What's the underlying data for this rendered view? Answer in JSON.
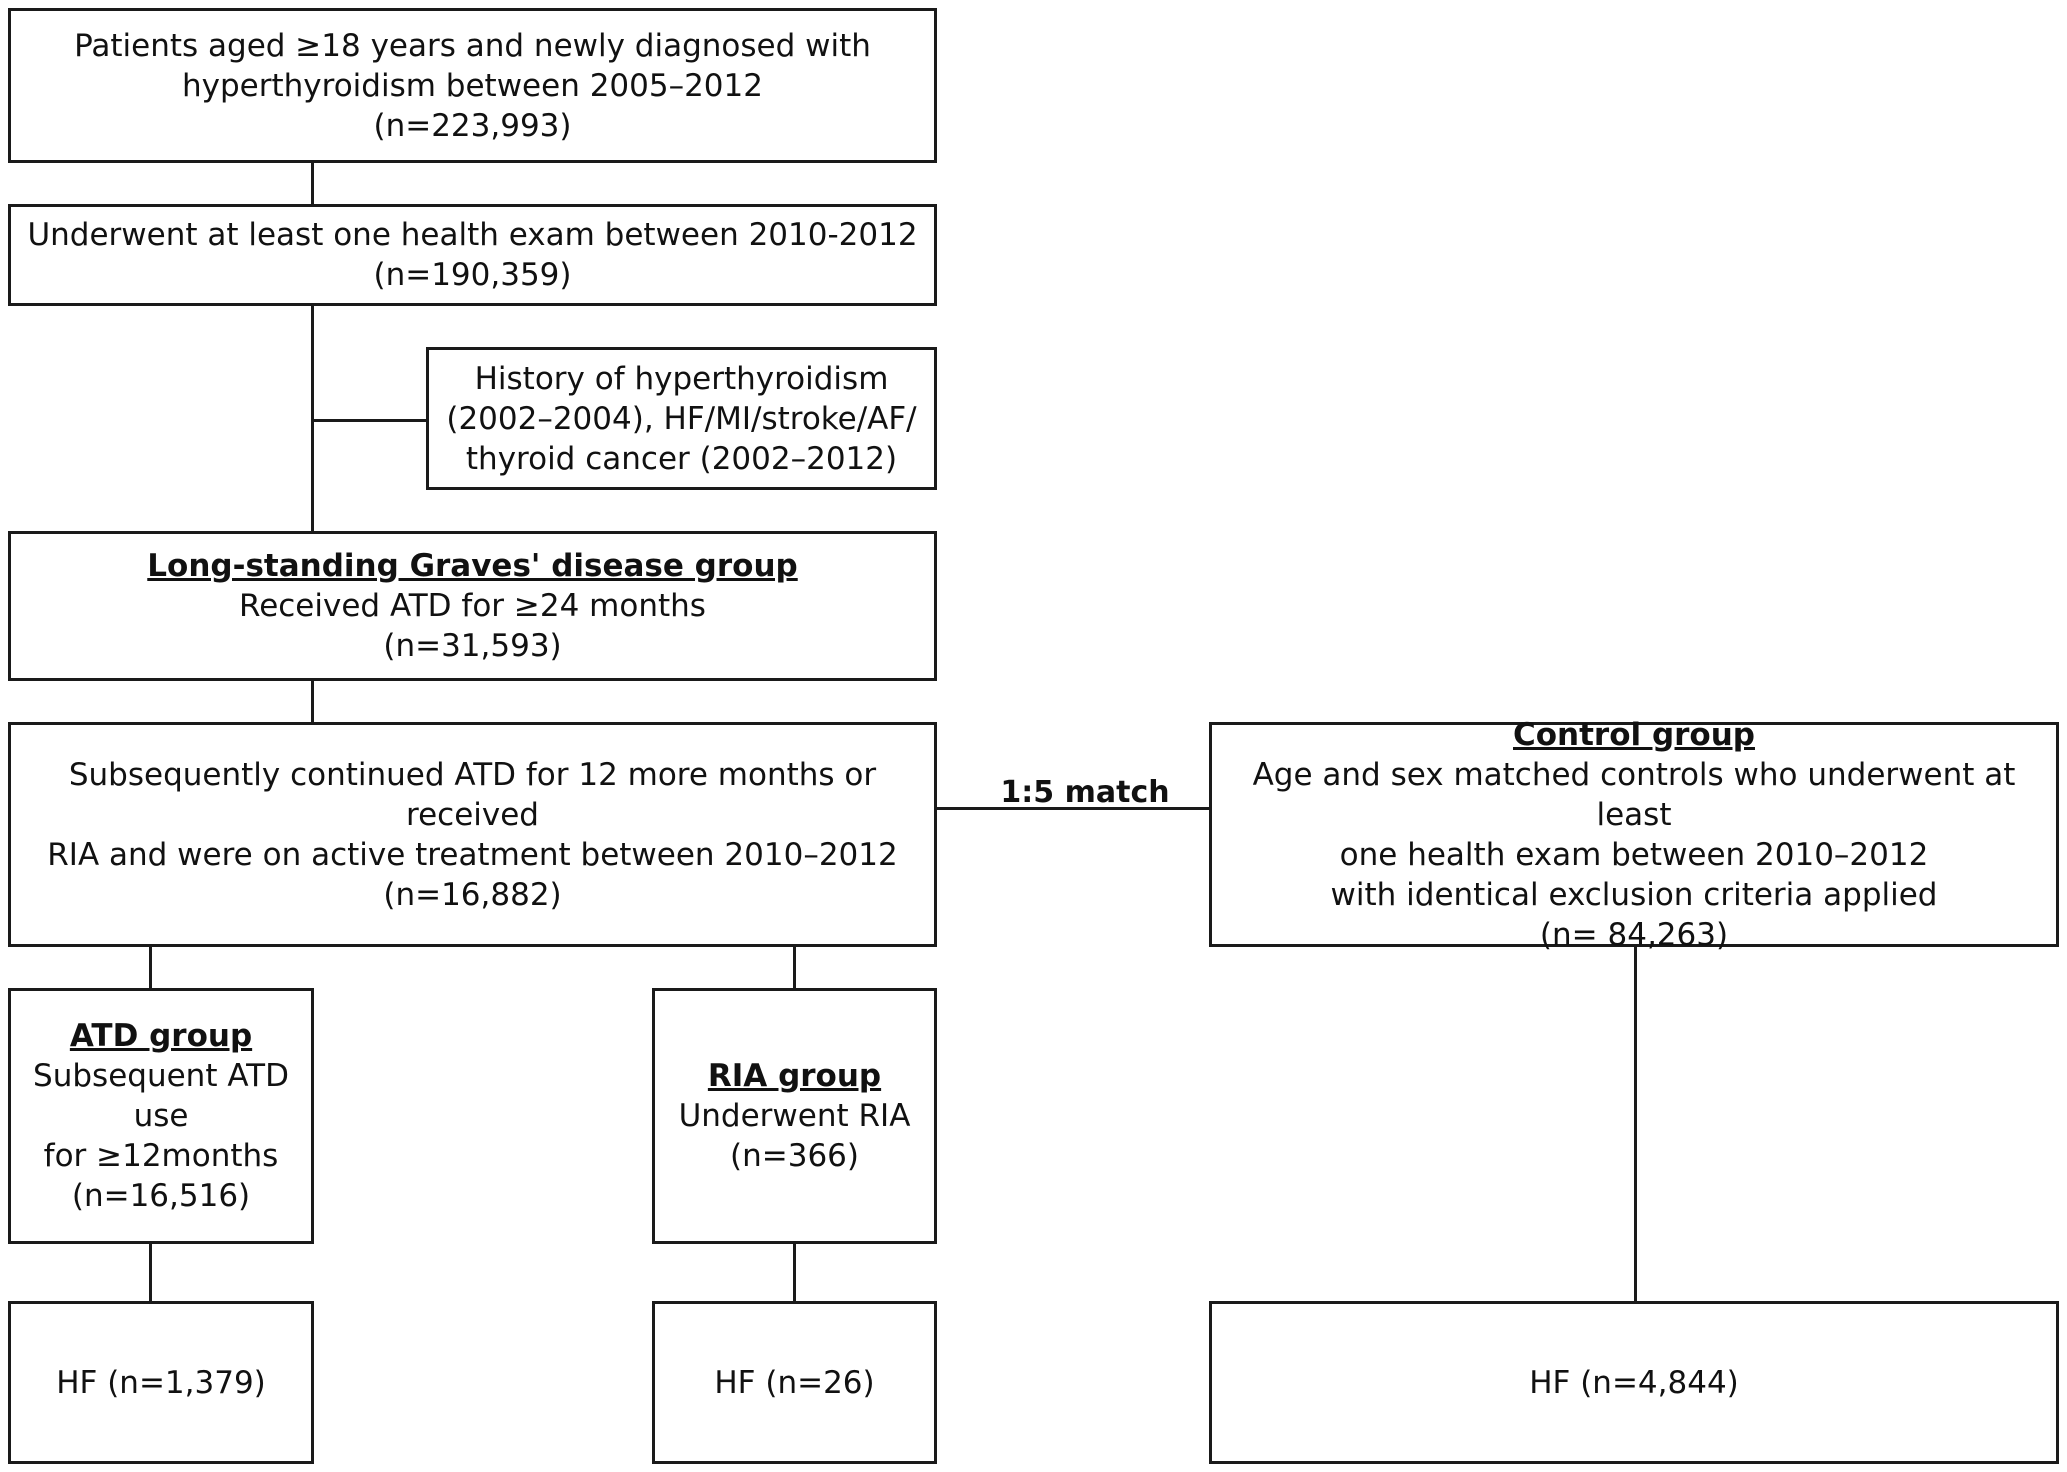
{
  "boxes": {
    "initial": {
      "lines": [
        "Patients aged ≥18 years and newly diagnosed with",
        "hyperthyroidism between 2005–2012",
        "(n=223,993)"
      ]
    },
    "exam": {
      "lines": [
        "Underwent at least one health exam between 2010-2012",
        "(n=190,359)"
      ]
    },
    "exclusion": {
      "lines": [
        "History of hyperthyroidism",
        "(2002–2004), HF/MI/stroke/AF/",
        "thyroid cancer (2002–2012)"
      ]
    },
    "graves": {
      "title": "Long-standing Graves' disease group",
      "lines": [
        "Received ATD for ≥24 months",
        "(n=31,593)"
      ]
    },
    "continued": {
      "lines": [
        "Subsequently continued ATD for 12 more months or received",
        "RIA and were on active treatment between 2010–2012",
        "(n=16,882)"
      ]
    },
    "control": {
      "title": "Control group",
      "lines": [
        "Age and sex matched controls who underwent at least",
        "one health exam between 2010–2012",
        "with identical exclusion criteria applied",
        "(n= 84,263)"
      ]
    },
    "atd": {
      "title": "ATD group",
      "lines": [
        "Subsequent ATD use",
        "for ≥12months",
        "(n=16,516)"
      ]
    },
    "ria": {
      "title": "RIA group",
      "lines": [
        "Underwent RIA",
        "(n=366)"
      ]
    },
    "hf_atd": {
      "lines": [
        "HF (n=1,379)"
      ]
    },
    "hf_ria": {
      "lines": [
        "HF (n=26)"
      ]
    },
    "hf_control": {
      "lines": [
        "HF (n=4,844)"
      ]
    }
  },
  "match_label": "1:5 match"
}
